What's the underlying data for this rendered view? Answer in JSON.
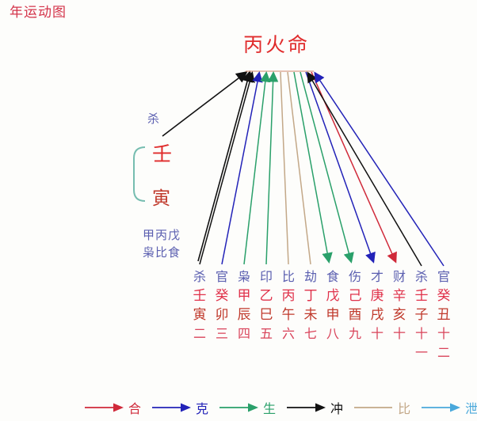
{
  "title": "年运动图",
  "crown": "丙火命",
  "left_panel": {
    "ten_god": "杀",
    "stem": "壬",
    "branch": "寅",
    "hidden_stems": "甲丙戊",
    "hidden_gods": "枭比食",
    "bracket": "bracket-shape"
  },
  "grid": {
    "row_labels": [
      "ten_gods",
      "stems",
      "branches",
      "numbers"
    ],
    "ten_gods": [
      "杀",
      "官",
      "枭",
      "印",
      "比",
      "劫",
      "食",
      "伤",
      "才",
      "财",
      "杀",
      "官"
    ],
    "stems": [
      "壬",
      "癸",
      "甲",
      "乙",
      "丙",
      "丁",
      "戊",
      "己",
      "庚",
      "辛",
      "壬",
      "癸"
    ],
    "branches": [
      "寅",
      "卯",
      "辰",
      "巳",
      "午",
      "未",
      "申",
      "酉",
      "戌",
      "亥",
      "子",
      "丑"
    ],
    "numbers": [
      "二",
      "三",
      "四",
      "五",
      "六",
      "七",
      "八",
      "九",
      "十",
      "十",
      "十",
      "十"
    ],
    "numbers2": [
      "",
      "",
      "",
      "",
      "",
      "",
      "",
      "",
      "",
      "",
      "一",
      "二"
    ]
  },
  "legend": {
    "items": [
      {
        "label": "合",
        "color": "#d02a3a",
        "arrow": true,
        "icon": "arrow-right-icon"
      },
      {
        "label": "克",
        "color": "#2222b8",
        "arrow": true,
        "icon": "arrow-right-icon"
      },
      {
        "label": "生",
        "color": "#2aa06a",
        "arrow": true,
        "icon": "arrow-right-icon"
      },
      {
        "label": "冲",
        "color": "#111111",
        "arrow": true,
        "icon": "arrow-right-icon"
      },
      {
        "label": "比",
        "color": "#c3a888",
        "arrow": false,
        "icon": "line-icon"
      },
      {
        "label": "泄",
        "color": "#49a8db",
        "arrow": true,
        "icon": "arrow-right-icon"
      }
    ]
  },
  "relations": [
    {
      "column": "杀",
      "index": 1,
      "color": "#111111",
      "relation": "冲",
      "direction": "up"
    },
    {
      "column": "官",
      "index": 2,
      "color": "#2222b8",
      "relation": "克",
      "direction": "up"
    },
    {
      "column": "枭",
      "index": 3,
      "color": "#2aa06a",
      "relation": "生",
      "direction": "up"
    },
    {
      "column": "印",
      "index": 4,
      "color": "#2aa06a",
      "relation": "生",
      "direction": "up"
    },
    {
      "column": "比",
      "index": 5,
      "color": "#c3a888",
      "relation": "比",
      "direction": "none"
    },
    {
      "column": "劫",
      "index": 6,
      "color": "#c3a888",
      "relation": "比",
      "direction": "none"
    },
    {
      "column": "食",
      "index": 7,
      "color": "#2aa06a",
      "relation": "泄",
      "direction": "down"
    },
    {
      "column": "伤",
      "index": 8,
      "color": "#2aa06a",
      "relation": "泄",
      "direction": "down"
    },
    {
      "column": "才",
      "index": 9,
      "color": "#2222b8",
      "relation": "克",
      "direction": "down"
    },
    {
      "column": "财",
      "index": 10,
      "color": "#d02a3a",
      "relation": "合",
      "direction": "down"
    },
    {
      "column": "杀",
      "index": 11,
      "color": "#111111",
      "relation": "冲",
      "direction": "up"
    },
    {
      "column": "官",
      "index": 12,
      "color": "#2222b8",
      "relation": "克",
      "direction": "up"
    }
  ],
  "colors": {
    "title_red": "#d4344a",
    "crown_red": "#e02b2b",
    "god_blue": "#5b5fb0",
    "stem_red": "#e0314a",
    "branch_red": "#c0392b",
    "bracket_teal": "#76bdb0",
    "background": "#fdfdfb"
  }
}
